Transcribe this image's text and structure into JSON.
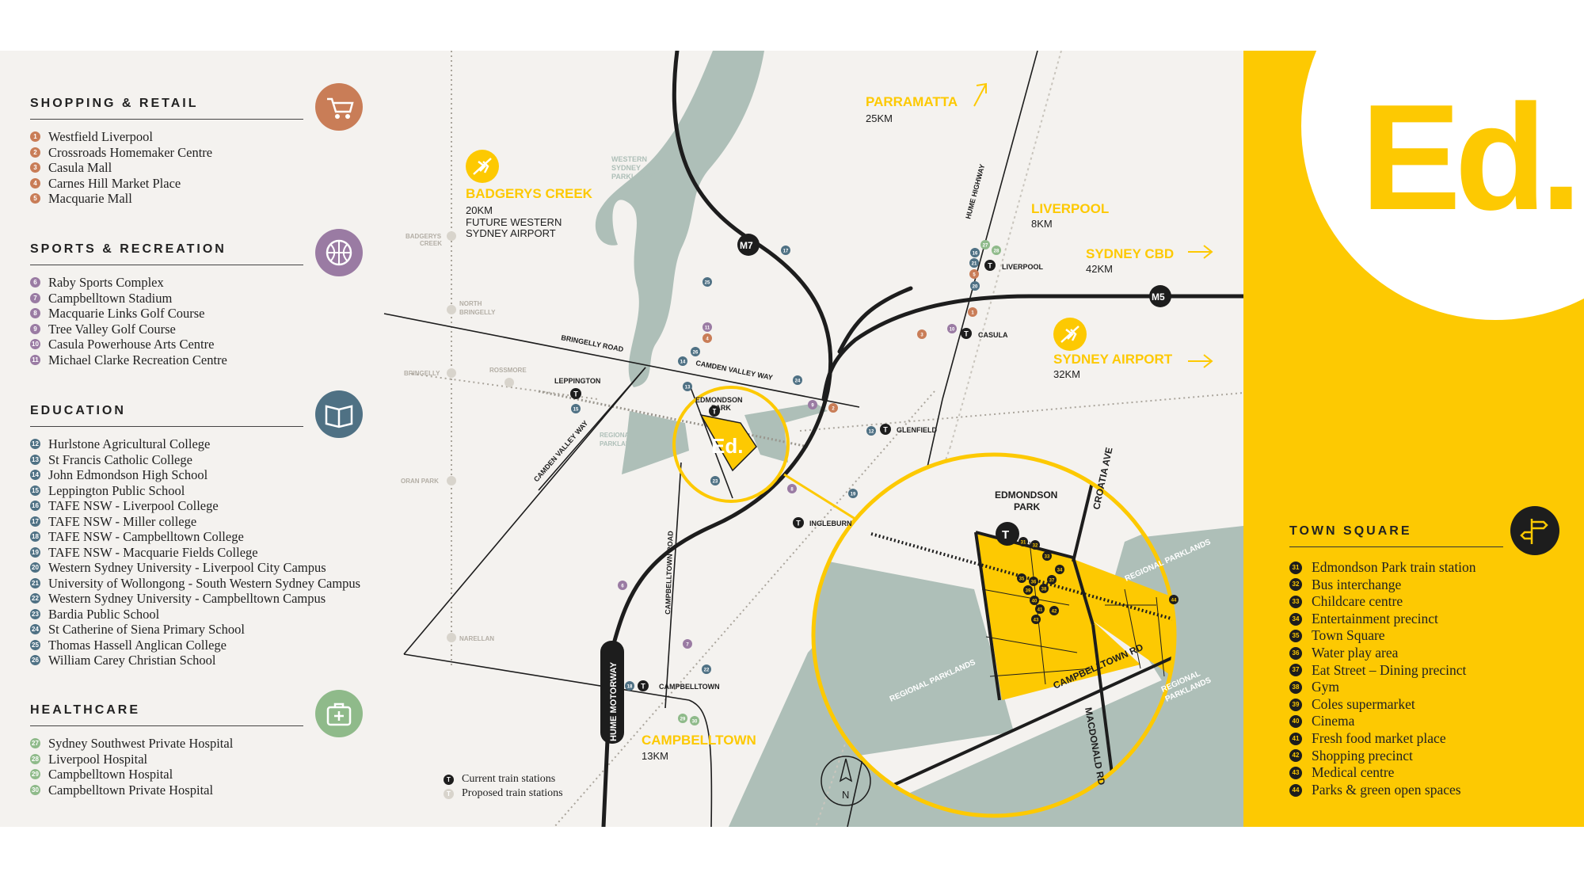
{
  "colors": {
    "shopping": "#c97d57",
    "sports": "#9a7ba3",
    "education": "#4f7184",
    "healthcare": "#8fba8a",
    "brand_yellow": "#fdc902",
    "parklands": "#aebfb8",
    "road": "#1d1d1d"
  },
  "sections": {
    "shopping": {
      "title": "SHOPPING & RETAIL",
      "icon": "shopping-cart-icon",
      "items": [
        {
          "num": "1",
          "label": "Westfield Liverpool"
        },
        {
          "num": "2",
          "label": "Crossroads Homemaker Centre"
        },
        {
          "num": "3",
          "label": "Casula Mall"
        },
        {
          "num": "4",
          "label": "Carnes Hill Market Place"
        },
        {
          "num": "5",
          "label": "Macquarie Mall"
        }
      ]
    },
    "sports": {
      "title": "SPORTS & RECREATION",
      "icon": "basketball-icon",
      "items": [
        {
          "num": "6",
          "label": "Raby Sports Complex"
        },
        {
          "num": "7",
          "label": "Campbelltown Stadium"
        },
        {
          "num": "8",
          "label": "Macquarie Links Golf Course"
        },
        {
          "num": "9",
          "label": "Tree Valley Golf Course"
        },
        {
          "num": "10",
          "label": "Casula Powerhouse Arts Centre"
        },
        {
          "num": "11",
          "label": "Michael Clarke Recreation Centre"
        }
      ]
    },
    "education": {
      "title": "EDUCATION",
      "icon": "open-book-icon",
      "items": [
        {
          "num": "12",
          "label": "Hurlstone Agricultural College"
        },
        {
          "num": "13",
          "label": "St Francis Catholic College"
        },
        {
          "num": "14",
          "label": "John Edmondson High School"
        },
        {
          "num": "15",
          "label": "Leppington Public School"
        },
        {
          "num": "16",
          "label": "TAFE NSW - Liverpool College"
        },
        {
          "num": "17",
          "label": "TAFE NSW - Miller college"
        },
        {
          "num": "18",
          "label": "TAFE NSW - Campbelltown College"
        },
        {
          "num": "19",
          "label": "TAFE NSW - Macquarie Fields College"
        },
        {
          "num": "20",
          "label": "Western Sydney University - Liverpool City Campus"
        },
        {
          "num": "21",
          "label": "University of Wollongong - South Western Sydney Campus"
        },
        {
          "num": "22",
          "label": "Western Sydney University - Campbelltown Campus"
        },
        {
          "num": "23",
          "label": "Bardia Public School"
        },
        {
          "num": "24",
          "label": "St Catherine of Siena Primary School"
        },
        {
          "num": "25",
          "label": "Thomas Hassell Anglican College"
        },
        {
          "num": "26",
          "label": "William Carey Christian School"
        }
      ]
    },
    "healthcare": {
      "title": "HEALTHCARE",
      "icon": "medical-kit-icon",
      "items": [
        {
          "num": "27",
          "label": "Sydney Southwest Private Hospital"
        },
        {
          "num": "28",
          "label": "Liverpool Hospital"
        },
        {
          "num": "29",
          "label": "Campbelltown Hospital"
        },
        {
          "num": "30",
          "label": "Campbelltown Private Hospital"
        }
      ]
    }
  },
  "town_square": {
    "title": "TOWN SQUARE",
    "icon": "signpost-icon",
    "items": [
      {
        "num": "31",
        "label": "Edmondson Park train station"
      },
      {
        "num": "32",
        "label": "Bus interchange"
      },
      {
        "num": "33",
        "label": "Childcare centre"
      },
      {
        "num": "34",
        "label": "Entertainment precinct"
      },
      {
        "num": "35",
        "label": "Town Square"
      },
      {
        "num": "36",
        "label": "Water play area"
      },
      {
        "num": "37",
        "label": "Eat Street – Dining precinct"
      },
      {
        "num": "38",
        "label": "Gym"
      },
      {
        "num": "39",
        "label": "Coles supermarket"
      },
      {
        "num": "40",
        "label": "Cinema"
      },
      {
        "num": "41",
        "label": "Fresh food market place"
      },
      {
        "num": "42",
        "label": "Shopping precinct"
      },
      {
        "num": "43",
        "label": "Medical centre"
      },
      {
        "num": "44",
        "label": "Parks & green open spaces"
      }
    ]
  },
  "brand": {
    "logo": "Ed.",
    "map_logo": "Ed."
  },
  "destinations": {
    "parramatta": {
      "name": "PARRAMATTA",
      "dist": "25KM"
    },
    "badgerys": {
      "name": "BADGERYS CREEK",
      "dist": "20KM",
      "sub1": "FUTURE WESTERN",
      "sub2": "SYDNEY AIRPORT"
    },
    "liverpool": {
      "name": "LIVERPOOL",
      "dist": "8KM"
    },
    "cbd": {
      "name": "SYDNEY CBD",
      "dist": "42KM"
    },
    "airport": {
      "name": "SYDNEY AIRPORT",
      "dist": "32KM"
    },
    "campbelltown": {
      "name": "CAMPBELLTOWN",
      "dist": "13KM"
    }
  },
  "motorways": {
    "m7": "M7",
    "m5": "M5",
    "hume": "HUME MOTORWAY"
  },
  "roads": {
    "bringelly": "BRINGELLY ROAD",
    "camden_valley_1": "CAMDEN VALLEY WAY",
    "camden_valley_2": "CAMDEN VALLEY WAY",
    "hume_hwy": "HUME HIGHWAY",
    "campbelltown_road": "CAMPBELLTOWN ROAD",
    "croatia": "CROATIA AVE",
    "campbelltown_rd": "CAMPBELLTOWN RD",
    "macdonald": "MACDONALD RD"
  },
  "stations": {
    "leppington": "LEPPINGTON",
    "edmondson": "EDMONDSON",
    "edmondson2": "PARK",
    "liverpool": "LIVERPOOL",
    "casula": "CASULA",
    "glenfield": "GLENFIELD",
    "ingleburn": "INGLEBURN",
    "campbelltown": "CAMPBELLTOWN",
    "station_glyph": "T"
  },
  "proposed_stations": {
    "badgerys1": "BADGERYS",
    "badgerys2": "CREEK",
    "north1": "NORTH",
    "north2": "BRINGELLY",
    "bringelly": "BRINGELLY",
    "rossmore": "ROSSMORE",
    "oran": "ORAN PARK",
    "narellan": "NARELLAN"
  },
  "parklands": {
    "wsp1": "WESTERN",
    "wsp2": "SYDNEY",
    "wsp3": "PARKLANDS",
    "regional1": "REGIONAL",
    "regional2": "PARKLANDS",
    "inset_regional": "REGIONAL PARKLANDS",
    "inset_regional_b1": "REGIONAL",
    "inset_regional_b2": "PARKLANDS"
  },
  "inset": {
    "station1": "EDMONDSON",
    "station2": "PARK"
  },
  "key": {
    "current": "Current train stations",
    "proposed": "Proposed train stations"
  },
  "compass": "N",
  "map_markers": [
    {
      "num": "1",
      "cat": "shopping"
    },
    {
      "num": "2",
      "cat": "shopping"
    },
    {
      "num": "3",
      "cat": "shopping"
    },
    {
      "num": "4",
      "cat": "shopping"
    },
    {
      "num": "5",
      "cat": "shopping"
    },
    {
      "num": "6",
      "cat": "sports"
    },
    {
      "num": "7",
      "cat": "sports"
    },
    {
      "num": "8",
      "cat": "sports"
    },
    {
      "num": "9",
      "cat": "sports"
    },
    {
      "num": "10",
      "cat": "sports"
    },
    {
      "num": "11",
      "cat": "sports"
    },
    {
      "num": "12",
      "cat": "education"
    },
    {
      "num": "13",
      "cat": "education"
    },
    {
      "num": "14",
      "cat": "education"
    },
    {
      "num": "15",
      "cat": "education"
    },
    {
      "num": "16",
      "cat": "education"
    },
    {
      "num": "17",
      "cat": "education"
    },
    {
      "num": "18",
      "cat": "education"
    },
    {
      "num": "19",
      "cat": "education"
    },
    {
      "num": "20",
      "cat": "education"
    },
    {
      "num": "21",
      "cat": "education"
    },
    {
      "num": "22",
      "cat": "education"
    },
    {
      "num": "23",
      "cat": "education"
    },
    {
      "num": "24",
      "cat": "education"
    },
    {
      "num": "25",
      "cat": "education"
    },
    {
      "num": "26",
      "cat": "education"
    },
    {
      "num": "27",
      "cat": "healthcare"
    },
    {
      "num": "28",
      "cat": "healthcare"
    },
    {
      "num": "29",
      "cat": "healthcare"
    },
    {
      "num": "30",
      "cat": "healthcare"
    }
  ],
  "inset_markers": [
    "31",
    "32",
    "33",
    "34",
    "35",
    "36",
    "37",
    "38",
    "39",
    "40",
    "41",
    "42",
    "43",
    "44"
  ]
}
